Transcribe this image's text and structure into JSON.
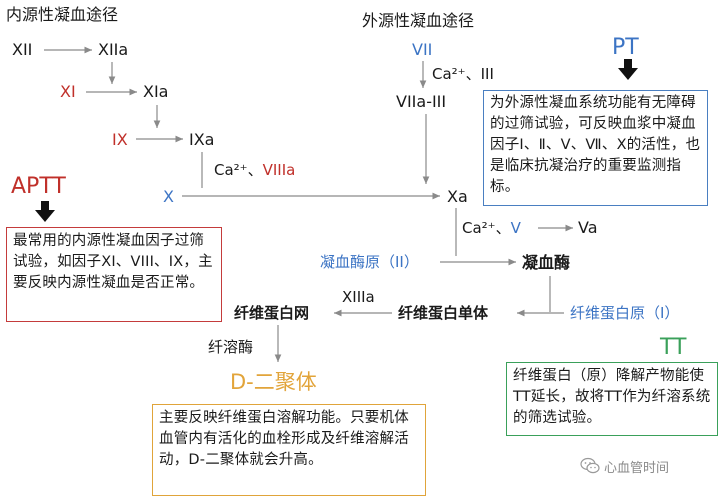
{
  "colors": {
    "text": "#1a1a1a",
    "red": "#c0302a",
    "blue": "#3c74c4",
    "orange": "#e2a43a",
    "green": "#3aa05a",
    "arrow": "#8a8a8a"
  },
  "intrinsic": {
    "title": "内源性凝血途径",
    "xii": "XII",
    "xiia": "XIIa",
    "xi": "XI",
    "xia": "XIa",
    "ix": "IX",
    "ixa": "IXa",
    "ca_label": "Ca²⁺、",
    "viiia": "VIIIa",
    "x": "X"
  },
  "extrinsic": {
    "title": "外源性凝血途径",
    "vii": "VII",
    "ca_label": "Ca²⁺、III",
    "viia_iii": "VIIa-III"
  },
  "common": {
    "xa": "Xa",
    "ca_label": "Ca²⁺、",
    "v": "V",
    "va": "Va",
    "prothrombin": "凝血酶原（II）",
    "thrombin": "凝血酶",
    "fibrinogen": "纤维蛋白原（I）",
    "fibrin_monomer": "纤维蛋白单体",
    "xiiia": "XIIIa",
    "fibrin_mesh": "纤维蛋白网",
    "plasmin": "纤溶酶",
    "ddimer": "D-二聚体"
  },
  "tests": {
    "pt": "PT",
    "aptt": "APTT",
    "tt": "TT"
  },
  "notes": {
    "pt": "为外源性凝血系统功能有无障碍的过筛试验，可反映血浆中凝血因子Ⅰ、Ⅱ、Ⅴ、Ⅶ、Ⅹ的活性，也是临床抗凝治疗的重要监测指标。",
    "aptt": "最常用的内源性凝血因子过筛试验，如因子XI、VIII、IX，主要反映内源性凝血是否正常。",
    "tt": "纤维蛋白（原）降解产物能使TT延长，故将TT作为纤溶系统的筛选试验。",
    "ddimer": "主要反映纤维蛋白溶解功能。只要机体血管内有活化的血栓形成及纤维溶解活动，D-二聚体就会升高。"
  },
  "watermark": "心血管时间"
}
